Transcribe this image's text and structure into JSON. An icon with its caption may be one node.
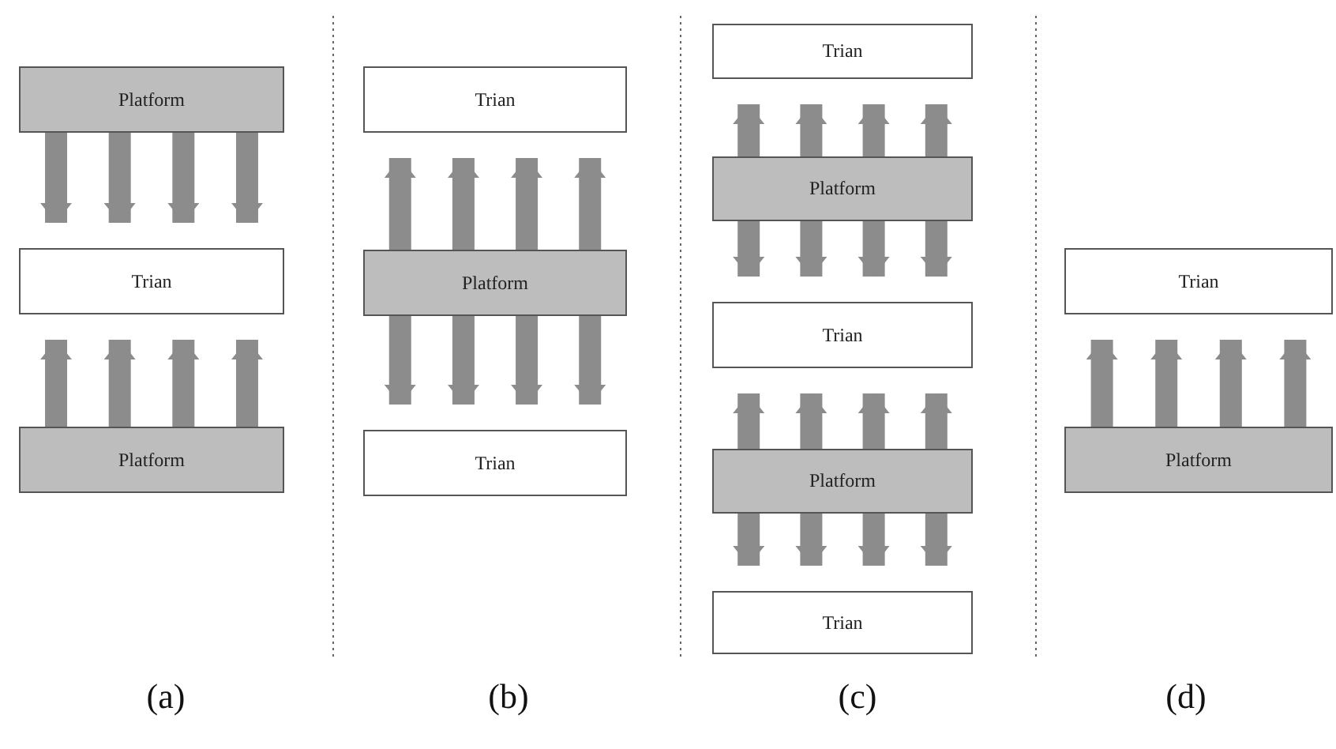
{
  "diagram": {
    "nodes": [
      {
        "text": [
          "Platform"
        ]
      },
      {
        "text": [
          "Trian"
        ]
      },
      {
        "text": [
          "Platform"
        ]
      },
      {
        "text": [
          "Trian"
        ]
      },
      {
        "text": [
          "Platform"
        ]
      },
      {
        "text": [
          "Trian"
        ]
      },
      {
        "text": [
          "Trian"
        ]
      },
      {
        "text": [
          "Platform"
        ]
      },
      {
        "text": [
          "Trian"
        ]
      },
      {
        "text": [
          "Platform"
        ]
      },
      {
        "text": [
          "Trian"
        ]
      },
      {
        "text": [
          "Trian"
        ]
      },
      {
        "text": [
          "Platform"
        ]
      }
    ],
    "edges": [
      {
        "from": 0,
        "to": 1,
        "arrow": "to"
      },
      {
        "from": 0,
        "to": 1,
        "arrow": "to"
      },
      {
        "from": 0,
        "to": 1,
        "arrow": "to"
      },
      {
        "from": 0,
        "to": 1,
        "arrow": "to"
      },
      {
        "from": 2,
        "to": 1,
        "arrow": "to"
      },
      {
        "from": 2,
        "to": 1,
        "arrow": "to"
      },
      {
        "from": 2,
        "to": 1,
        "arrow": "to"
      },
      {
        "from": 2,
        "to": 1,
        "arrow": "to"
      },
      {
        "from": 4,
        "to": 3,
        "arrow": "to"
      },
      {
        "from": 4,
        "to": 3,
        "arrow": "to"
      },
      {
        "from": 4,
        "to": 3,
        "arrow": "to"
      },
      {
        "from": 4,
        "to": 3,
        "arrow": "to"
      },
      {
        "from": 4,
        "to": 5,
        "arrow": "to"
      },
      {
        "from": 4,
        "to": 5,
        "arrow": "to"
      },
      {
        "from": 4,
        "to": 5,
        "arrow": "to"
      },
      {
        "from": 4,
        "to": 5,
        "arrow": "to"
      },
      {
        "from": 7,
        "to": 6,
        "arrow": "to"
      },
      {
        "from": 7,
        "to": 6,
        "arrow": "to"
      },
      {
        "from": 7,
        "to": 6,
        "arrow": "to"
      },
      {
        "from": 7,
        "to": 6,
        "arrow": "to"
      },
      {
        "from": 7,
        "to": 8,
        "arrow": "to"
      },
      {
        "from": 7,
        "to": 8,
        "arrow": "to"
      },
      {
        "from": 7,
        "to": 8,
        "arrow": "to"
      },
      {
        "from": 7,
        "to": 8,
        "arrow": "to"
      },
      {
        "from": 9,
        "to": 8,
        "arrow": "to"
      },
      {
        "from": 9,
        "to": 8,
        "arrow": "to"
      },
      {
        "from": 9,
        "to": 8,
        "arrow": "to"
      },
      {
        "from": 9,
        "to": 8,
        "arrow": "to"
      },
      {
        "from": 9,
        "to": 10,
        "arrow": "to"
      },
      {
        "from": 9,
        "to": 10,
        "arrow": "to"
      },
      {
        "from": 9,
        "to": 10,
        "arrow": "to"
      },
      {
        "from": 9,
        "to": 10,
        "arrow": "to"
      },
      {
        "from": 12,
        "to": 11,
        "arrow": "to"
      },
      {
        "from": 12,
        "to": 11,
        "arrow": "to"
      },
      {
        "from": 12,
        "to": 11,
        "arrow": "to"
      },
      {
        "from": 12,
        "to": 11,
        "arrow": "to"
      }
    ],
    "labels": [
      "(a)",
      "(b)",
      "(c)",
      "(d)"
    ]
  }
}
